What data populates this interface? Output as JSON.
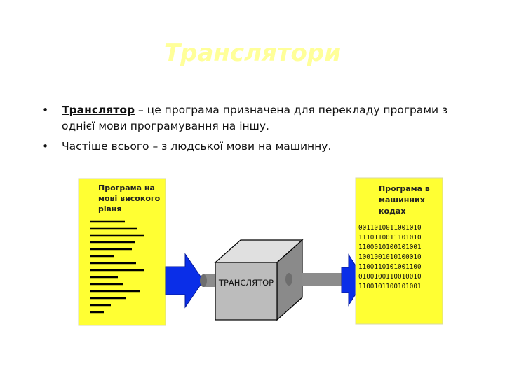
{
  "slide": {
    "title": "Транслятори",
    "bullets": [
      {
        "term": "Транслятор",
        "text": " – це програма призначена для перекладу програми з однієї мови програмування на іншу."
      },
      {
        "term": "",
        "text": "Частіше всього – з людської мови на машинну."
      }
    ]
  },
  "diagram": {
    "left_doc_lines": [
      "Програма на",
      "мові високого",
      "рівня"
    ],
    "box_label": "ТРАНСЛЯТОР",
    "right_doc_lines": [
      "Програма в",
      "машинних",
      "кодах"
    ],
    "binary_lines": [
      "0011010011001010",
      "1110110011101010",
      "1100010100101001",
      "1001001010100010",
      "1100110101001100",
      "0100100110010010",
      "1100101100101001"
    ],
    "colors": {
      "doc_fill": "#ffff33",
      "arrow": "#0a2ee8",
      "box": "#bcbcbc",
      "title": "#ffff99"
    }
  }
}
